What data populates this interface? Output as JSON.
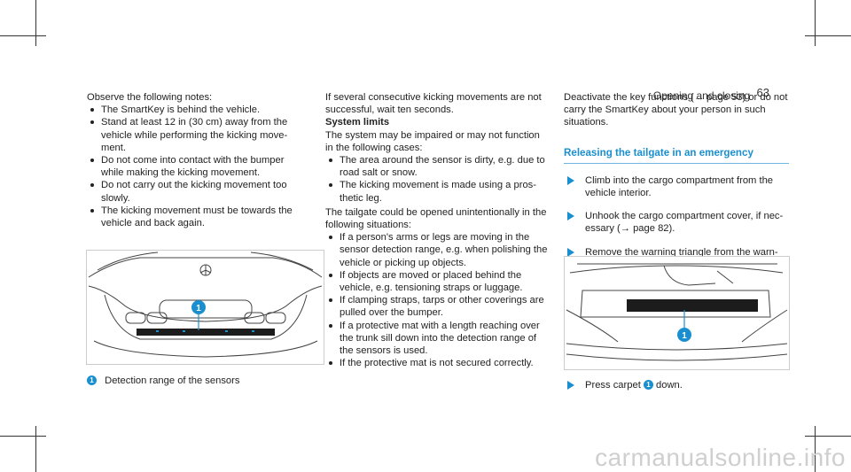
{
  "header": {
    "section": "Opening and closing",
    "page": "63"
  },
  "col1": {
    "intro": "Observe the following notes:",
    "bullets": [
      "The SmartKey is behind the vehicle.",
      "Stand at least 12 in (30 cm) away from the vehicle while performing the kicking move-ment.",
      "Do not come into contact with the bumper while making the kicking movement.",
      "Do not carry out the kicking movement too slowly.",
      "The kicking movement must be towards the vehicle and back again."
    ],
    "caption_badge": "1",
    "caption": "Detection range of the sensors",
    "callout": "1"
  },
  "col2": {
    "intro": "If several consecutive kicking movements are not successful, wait ten seconds.",
    "limits_heading": "System limits",
    "limits_intro": "The system may be impaired or may not function in the following cases:",
    "limits_bullets": [
      "The area around the sensor is dirty, e.g. due to road salt or snow.",
      "The kicking movement is made using a pros-thetic leg."
    ],
    "tailgate_intro": "The tailgate could be opened unintentionally in the following situations:",
    "tailgate_bullets": [
      "If a person's arms or legs are moving in the sensor detection range, e.g. when polishing the vehicle or picking up objects.",
      "If objects are moved or placed behind the vehicle, e.g. tensioning straps or luggage.",
      "If clamping straps, tarps or other coverings are pulled over the bumper.",
      "If a protective mat with a length reaching over the trunk sill down into the detection range of the sensors is used.",
      "If the protective mat is not secured correctly."
    ]
  },
  "col3": {
    "intro": "Deactivate the key functions (→ page 53) or do not carry the SmartKey about your person in such situations.",
    "section_title": "Releasing the tailgate in an emergency",
    "steps": [
      "Climb into the cargo compartment from the vehicle interior.",
      "Unhook the cargo compartment cover, if nec-essary (→ page 82).",
      "Remove the warning triangle from the warn-ing triangle holder ."
    ],
    "callout": "1",
    "last_step_a": "Press carpet",
    "last_step_badge": "1",
    "last_step_b": "down."
  },
  "watermark": "carmanualsonline.info",
  "colors": {
    "accent": "#1a8fd0",
    "text": "#222222"
  }
}
